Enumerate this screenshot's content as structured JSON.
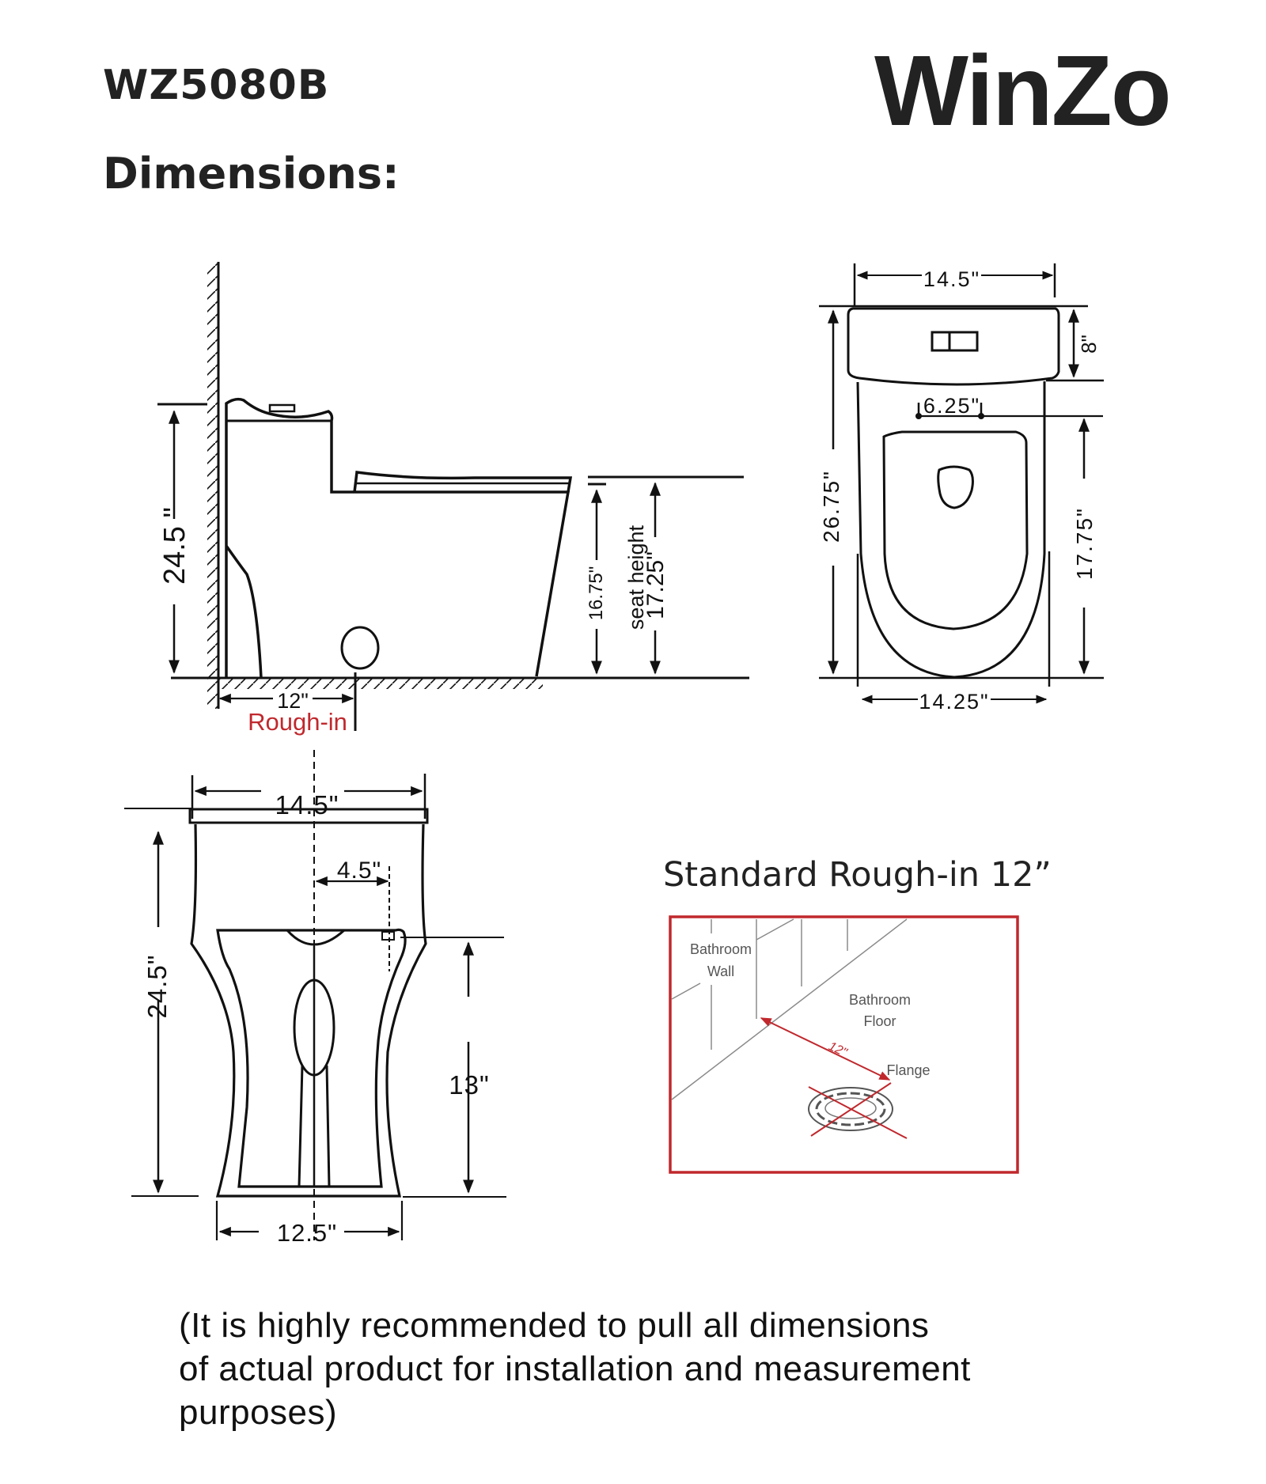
{
  "header": {
    "model": "WZ5080B",
    "section_title": "Dimensions:",
    "brand": "WinZo"
  },
  "side_view": {
    "total_height": "24.5 \"",
    "rim_height": "16.75\"",
    "seat_height_label": "seat height",
    "seat_height": "17.25\"",
    "rough_in_distance": "12\"",
    "rough_in_label": "Rough-in"
  },
  "top_view": {
    "tank_width": "14.5\"",
    "tank_depth": "8\"",
    "bolt_spacing": "6.25\"",
    "total_depth": "26.75\"",
    "bowl_depth": "17.75\"",
    "bowl_width": "14.25\""
  },
  "front_view": {
    "tank_width": "14.5\"",
    "total_height": "24.5\"",
    "supply_offset": "4.5\"",
    "supply_height": "13\"",
    "base_width": "12.5\""
  },
  "rough_in_diagram": {
    "title": "Standard Rough-in 12”",
    "wall_label_1": "Bathroom",
    "wall_label_2": "Wall",
    "floor_label_1": "Bathroom",
    "floor_label_2": "Floor",
    "distance": "12\"",
    "flange_label": "Flange"
  },
  "note": {
    "line1": "(It is highly recommended to pull all dimensions",
    "line2": "of actual product for installation and measurement",
    "line3": "purposes)"
  },
  "colors": {
    "ink": "#111111",
    "accent_red": "#c0282d",
    "diagram_grey": "#8a8a8a"
  }
}
